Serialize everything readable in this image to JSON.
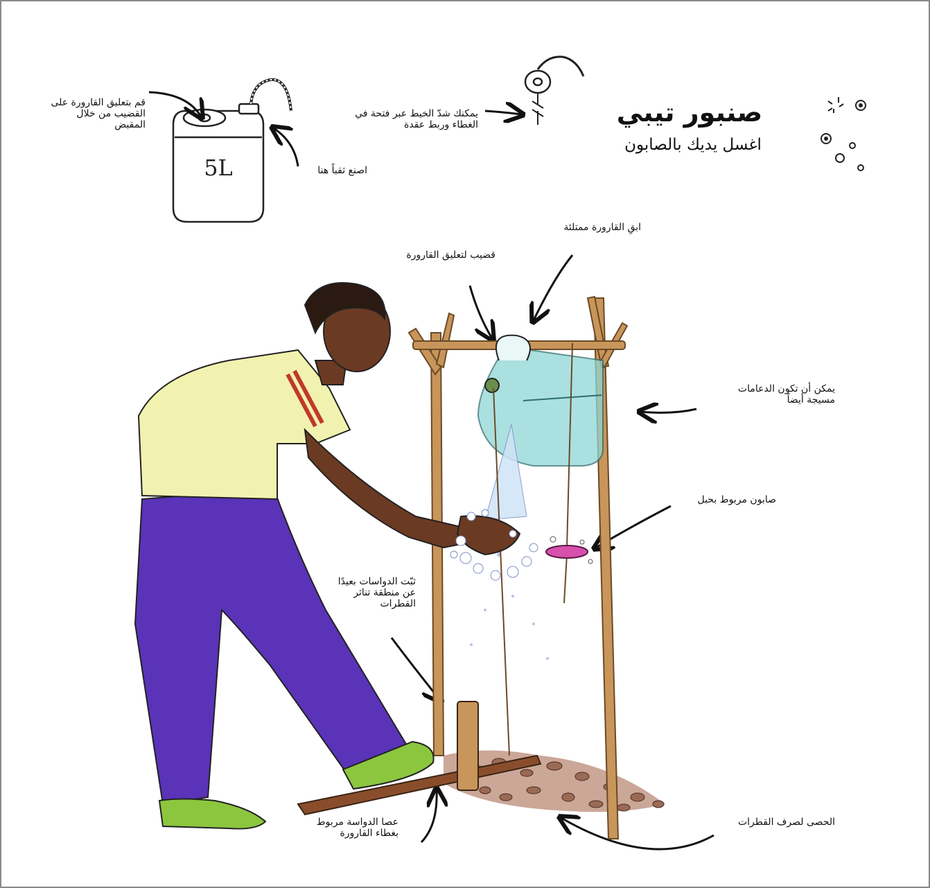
{
  "header": {
    "title": "صنبور تيبي",
    "subtitle": "اغسل يديك بالصابون"
  },
  "canister": {
    "capacity_label": "5L"
  },
  "labels": {
    "hang_bottle": "قم بتعليق القارورة على\nالقضيب من خلال\nالمقبض",
    "make_hole": "اصنع ثقباً هنا",
    "thread_knot": "يمكنك شدّ الخيط عبر فتحة في\nالغطاء وربط عقدة",
    "keep_full": "ابقِ القارورة ممتلئة",
    "rod": "قضيب لتعليق القارورة",
    "supports_fenced": "يمكن أن تكون الدعامات\nمسيجة أيضاً",
    "soap_rope": "صابون مربوط بحبل",
    "pedal_away": "ثبّت الدواسات بعيدًا\nعن منطقة تناثر\nالقطرات",
    "pedal_stick": "عصا الدواسة مربوط\nبغطاء القارورة",
    "gravel": "الحصى لصرف القطرات"
  },
  "colors": {
    "wood": "#c8955a",
    "water": "#8fd6d6",
    "jeans": "#5a33b8",
    "shirt": "#f2f2b0",
    "stripe": "#c0392b",
    "skin": "#6b3a22",
    "shoe": "#8cc63f",
    "soap": "#d84fae",
    "gravel": "#9a6a55"
  }
}
